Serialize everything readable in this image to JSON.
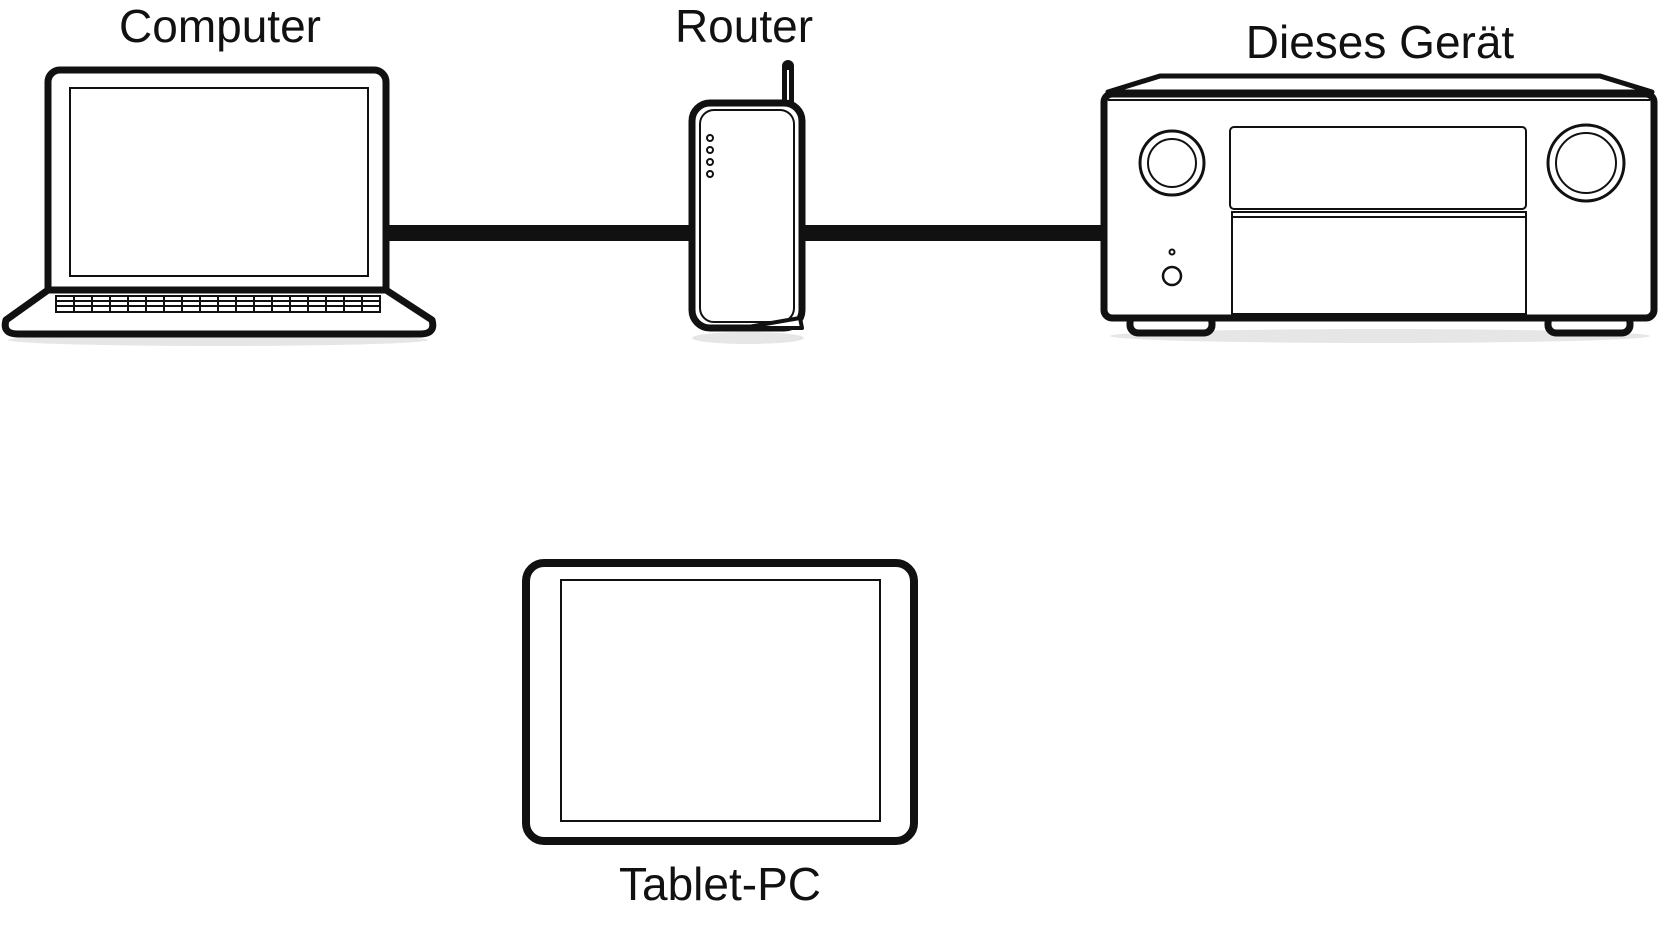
{
  "labels": {
    "computer": "Computer",
    "router": "Router",
    "device": "Dieses Gerät",
    "tablet": "Tablet-PC"
  },
  "colors": {
    "line": "#111111",
    "background": "#ffffff"
  }
}
